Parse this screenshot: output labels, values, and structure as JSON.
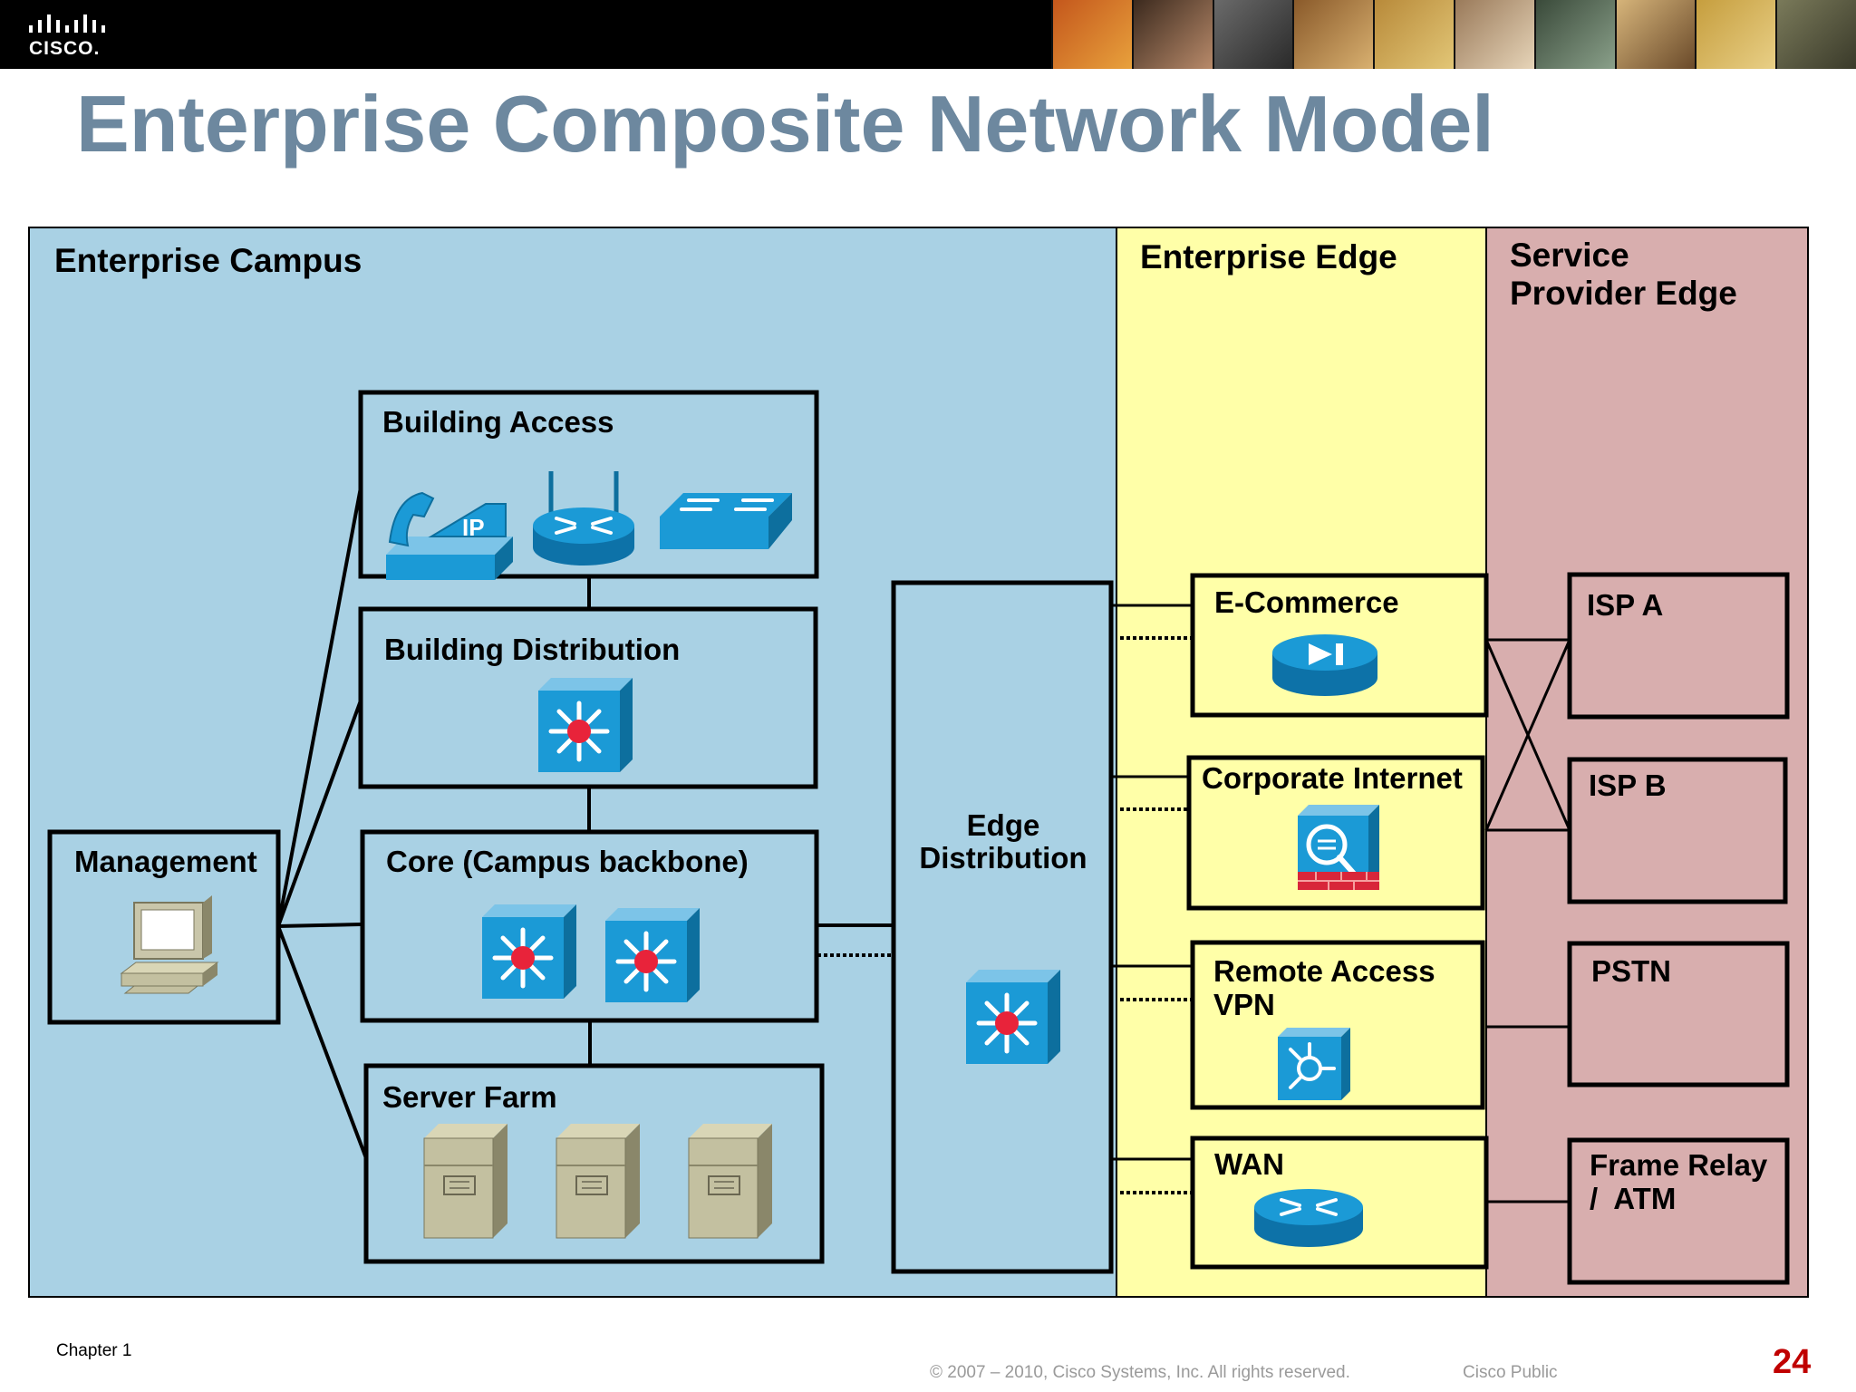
{
  "header": {
    "logo_text": "CISCO.",
    "title": "Enterprise Composite Network Model"
  },
  "colors": {
    "campus": "#a9d1e4",
    "edge": "#ffffa8",
    "provider": "#d8aeae",
    "title": "#6d889f",
    "page_number": "#c00000",
    "device_blue": "#1b9ad6"
  },
  "zones": {
    "campus": "Enterprise Campus",
    "edge": "Enterprise Edge",
    "provider_line1": "Service",
    "provider_line2": "Provider Edge"
  },
  "campus": {
    "building_access": {
      "label": "Building Access",
      "icons": [
        "ip-phone-icon",
        "wireless-router-icon",
        "workgroup-switch-icon"
      ]
    },
    "building_distribution": {
      "label": "Building Distribution",
      "icons": [
        "multilayer-switch-icon"
      ]
    },
    "core": {
      "label": "Core (Campus backbone)",
      "icons": [
        "multilayer-switch-icon",
        "multilayer-switch-icon"
      ]
    },
    "server_farm": {
      "label": "Server Farm",
      "icons": [
        "file-server-icon",
        "file-server-icon",
        "file-server-icon"
      ]
    },
    "management": {
      "label": "Management",
      "icons": [
        "workstation-icon"
      ]
    },
    "edge_distribution": {
      "line1": "Edge",
      "line2": "Distribution",
      "icons": [
        "multilayer-switch-icon"
      ]
    }
  },
  "edge_modules": {
    "ecommerce": {
      "label": "E-Commerce",
      "icon": "content-switch-icon"
    },
    "corporate_internet": {
      "label": "Corporate Internet",
      "icon": "firewall-appliance-icon"
    },
    "remote_access": {
      "line1": "Remote Access",
      "line2": "VPN",
      "icon": "vpn-concentrator-icon"
    },
    "wan": {
      "label": "WAN",
      "icon": "router-icon"
    }
  },
  "provider_modules": {
    "isp_a": "ISP A",
    "isp_b": "ISP B",
    "pstn": "PSTN",
    "frame_relay_line1": "Frame Relay",
    "frame_relay_line2": "/  ATM"
  },
  "footer": {
    "chapter": "Chapter 1",
    "copyright": "© 2007 – 2010, Cisco Systems, Inc. All rights reserved.",
    "classification": "Cisco Public",
    "page_number": "24"
  }
}
